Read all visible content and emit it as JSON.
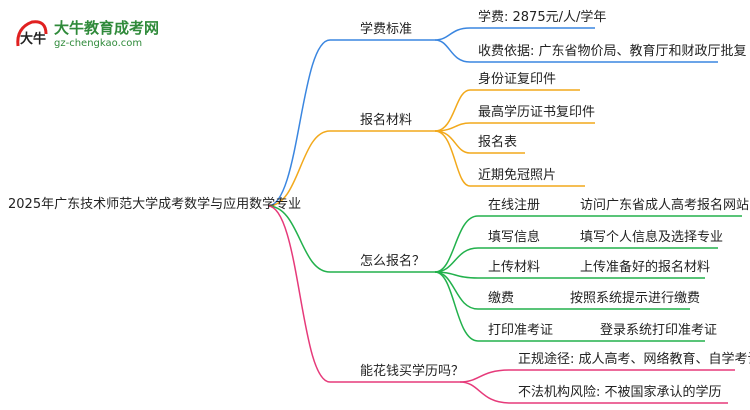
{
  "logo": {
    "name": "大牛教育成考网",
    "url": "gz-chengkao.com",
    "mark_text": "大牛"
  },
  "colors": {
    "blue": "#3a86e0",
    "orange": "#f2a91c",
    "green": "#22b14c",
    "pink": "#e63a7a"
  },
  "root": "2025年广东技术师范大学成考数学与应用数学专业",
  "branches": [
    {
      "label": "学费标准",
      "children": [
        {
          "label": "学费: 2875元/人/学年"
        },
        {
          "label": "收费依据: 广东省物价局、教育厅和财政厅批复"
        }
      ]
    },
    {
      "label": "报名材料",
      "children": [
        {
          "label": "身份证复印件"
        },
        {
          "label": "最高学历证书复印件"
        },
        {
          "label": "报名表"
        },
        {
          "label": "近期免冠照片"
        }
      ]
    },
    {
      "label": "怎么报名？",
      "children": [
        {
          "label": "在线注册",
          "detail": "访问广东省成人高考报名网站"
        },
        {
          "label": "填写信息",
          "detail": "填写个人信息及选择专业"
        },
        {
          "label": "上传材料",
          "detail": "上传准备好的报名材料"
        },
        {
          "label": "缴费",
          "detail": "按照系统提示进行缴费"
        },
        {
          "label": "打印准考证",
          "detail": "登录系统打印准考证"
        }
      ]
    },
    {
      "label": "能花钱买学历吗？",
      "children": [
        {
          "label": "正规途径: 成人高考、网络教育、自学考试"
        },
        {
          "label": "不法机构风险: 不被国家承认的学历"
        }
      ]
    }
  ]
}
